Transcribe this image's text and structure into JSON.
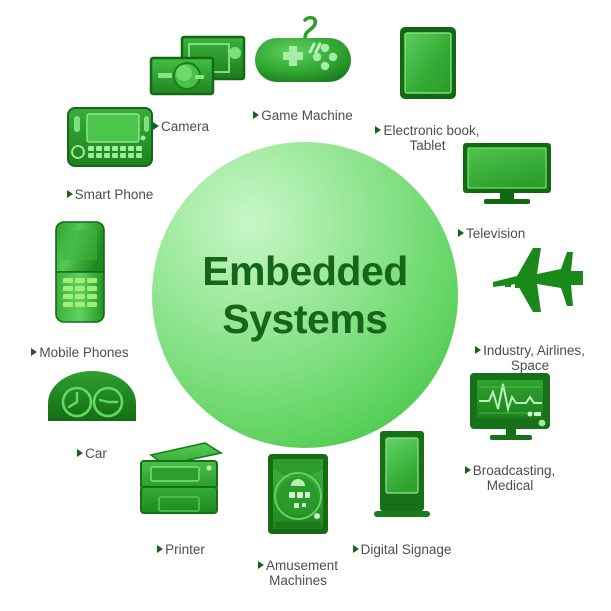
{
  "diagram": {
    "type": "hub-and-spoke",
    "center": {
      "title": "Embedded\nSystems",
      "title_color": "#16651a",
      "fill_gradient_from": "#c8f6c8",
      "fill_gradient_to": "#38bd38"
    },
    "theme": {
      "background": "#ffffff",
      "icon_green_light": "#55c council",
      "icon_green": "#2f9e2f",
      "icon_green_dark": "#146b14",
      "label_color": "#4a4f4a",
      "bullet_color": "#19621b"
    },
    "nodes": [
      {
        "id": "camera",
        "icon": "camera-icon",
        "label": "Camera",
        "label_lines": [
          "Camera"
        ]
      },
      {
        "id": "game-machine",
        "icon": "gamepad-icon",
        "label": "Game Machine",
        "label_lines": [
          "Game Machine"
        ]
      },
      {
        "id": "electronic-book",
        "icon": "tablet-icon",
        "label": "Electronic book, Tablet",
        "label_lines": [
          "Electronic book,",
          "Tablet"
        ]
      },
      {
        "id": "television",
        "icon": "television-icon",
        "label": "Television",
        "label_lines": [
          "Television"
        ]
      },
      {
        "id": "industry-airlines",
        "icon": "airplane-icon",
        "label": "Industry, Airlines, Space",
        "label_lines": [
          "Industry, Airlines,",
          "Space"
        ]
      },
      {
        "id": "broadcasting",
        "icon": "medical-monitor-icon",
        "label": "Broadcasting, Medical",
        "label_lines": [
          "Broadcasting,",
          "Medical"
        ]
      },
      {
        "id": "digital-signage",
        "icon": "signage-kiosk-icon",
        "label": "Digital Signage",
        "label_lines": [
          "Digital Signage"
        ]
      },
      {
        "id": "amusement",
        "icon": "arcade-cabinet-icon",
        "label": "Amusement Machines",
        "label_lines": [
          "Amusement",
          "Machines"
        ]
      },
      {
        "id": "printer",
        "icon": "printer-icon",
        "label": "Printer",
        "label_lines": [
          "Printer"
        ]
      },
      {
        "id": "car",
        "icon": "car-dashboard-icon",
        "label": "Car",
        "label_lines": [
          "Car"
        ]
      },
      {
        "id": "mobile-phones",
        "icon": "flip-phone-icon",
        "label": "Mobile Phones",
        "label_lines": [
          "Mobile Phones"
        ]
      },
      {
        "id": "smart-phone",
        "icon": "qwerty-phone-icon",
        "label": "Smart Phone",
        "label_lines": [
          "Smart Phone"
        ]
      }
    ]
  }
}
